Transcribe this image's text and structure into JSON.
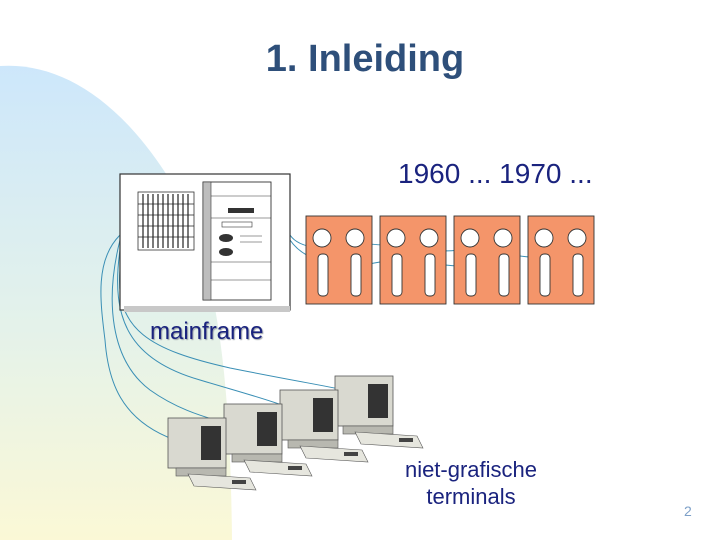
{
  "slide": {
    "title": "1. Inleiding",
    "years": "1960 ... 1970 ...",
    "mainframe_label": "mainframe",
    "terminals_label_line1": "niet-grafische",
    "terminals_label_line2": "terminals",
    "page_number": "2"
  },
  "colors": {
    "title": "#2e4f7a",
    "text": "#1a237e",
    "cabinet_orange": "#f4956a",
    "background_gradient_top": "#cfe8fb",
    "background_gradient_bottom": "#fbf8d8"
  }
}
